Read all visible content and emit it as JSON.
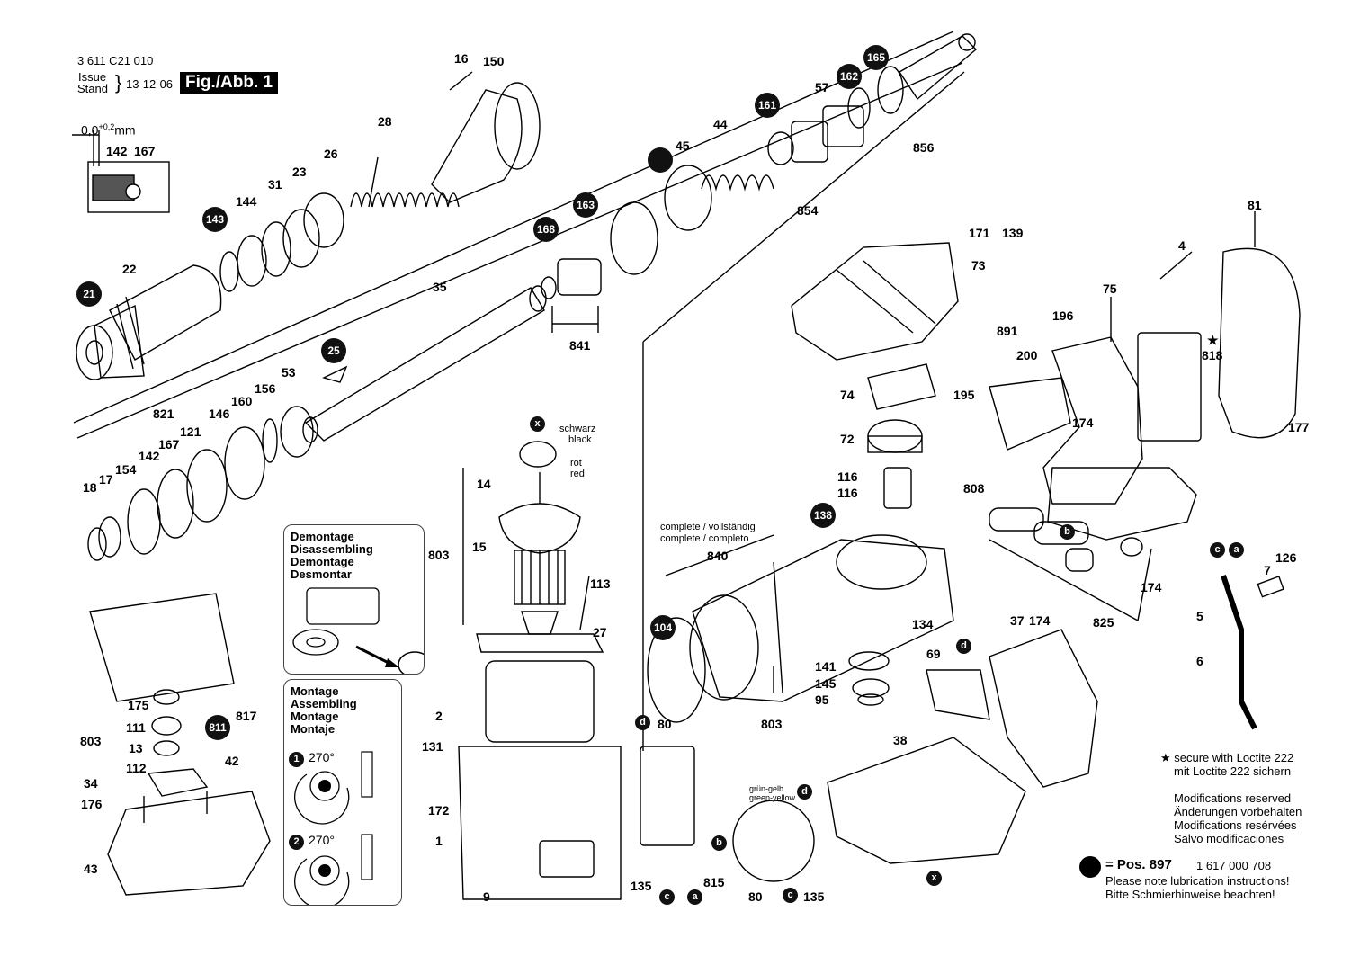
{
  "header": {
    "part_number": "3 611 C21 010",
    "issue_label": "Issue",
    "stand_label": "Stand",
    "date": "13-12-06",
    "figure": "Fig./Abb. 1"
  },
  "gap_spec": {
    "value": "0,0",
    "tolerance": "+0,2",
    "unit": "mm",
    "parts": [
      "142",
      "167"
    ]
  },
  "part_labels": {
    "p16": "16",
    "p150": "150",
    "p28": "28",
    "p26": "26",
    "p23": "23",
    "p31": "31",
    "p144": "144",
    "p22": "22",
    "p35": "35",
    "p53": "53",
    "p156": "156",
    "p160": "160",
    "p146": "146",
    "p821": "821",
    "p167": "167",
    "p121": "121",
    "p142": "142",
    "p154": "154",
    "p17": "17",
    "p18": "18",
    "p45": "45",
    "p44": "44",
    "p57": "57",
    "p854": "854",
    "p856": "856",
    "p841": "841",
    "p14": "14",
    "p803a": "803",
    "p15": "15",
    "p113": "113",
    "p27": "27",
    "p2": "2",
    "p131": "131",
    "p172": "172",
    "p1": "1",
    "p9": "9",
    "p175": "175",
    "p111": "111",
    "p803b": "803",
    "p13": "13",
    "p112": "112",
    "p34": "34",
    "p176": "176",
    "p43": "43",
    "p817": "817",
    "p42": "42",
    "p171": "171",
    "p73": "73",
    "p139": "139",
    "p74": "74",
    "p72": "72",
    "p116a": "116",
    "p116b": "116",
    "p840": "840",
    "p134": "134",
    "p141": "141",
    "p145": "145",
    "p95": "95",
    "p803c": "803",
    "p69": "69",
    "p891": "891",
    "p200": "200",
    "p196": "196",
    "p195": "195",
    "p174a": "174",
    "p808": "808",
    "p75": "75",
    "p4": "4",
    "p81": "81",
    "p818": "818",
    "p177": "177",
    "p174b": "174",
    "p825": "825",
    "p37": "37",
    "p174c": "174",
    "p38": "38",
    "p80a": "80",
    "p135a": "135",
    "p815": "815",
    "p80b": "80",
    "p135b": "135",
    "p126": "126",
    "p7": "7",
    "p5": "5",
    "p6": "6"
  },
  "badges": {
    "b143": "143",
    "b21": "21",
    "b25": "25",
    "b168": "168",
    "b163": "163",
    "b161": "161",
    "b162": "162",
    "b165": "165",
    "b138": "138",
    "b104": "104",
    "b811": "811"
  },
  "wire_labels": {
    "schwarz": "schwarz",
    "black": "black",
    "rot": "rot",
    "red": "red",
    "complete_1": "complete / vollständig",
    "complete_2": "complete / completo",
    "gruen_gelb": "grün-gelb",
    "green_yellow": "green-yellow",
    "star_818": "★"
  },
  "connector_marks": [
    "x",
    "a",
    "b",
    "c",
    "d"
  ],
  "disassembly_panel": {
    "lines": [
      "Demontage",
      "Disassembling",
      "Demontage",
      "Desmontar"
    ]
  },
  "assembly_panel": {
    "lines": [
      "Montage",
      "Assembling",
      "Montage",
      "Montaje"
    ],
    "step1_num": "1",
    "step1_angle": "270°",
    "step2_num": "2",
    "step2_angle": "270°"
  },
  "notes": {
    "loctite_1": "★ secure with Loctite 222",
    "loctite_2": "mit Loctite 222 sichern",
    "mods": [
      "Modifications reserved",
      "Änderungen vorbehalten",
      "Modifications resérvées",
      "Salvo modificaciones"
    ],
    "pos_label": "= Pos. 897",
    "pos_number": "1 617 000 708",
    "lube_1": "Please note lubrication instructions!",
    "lube_2": "Bitte Schmierhinweise beachten!"
  }
}
